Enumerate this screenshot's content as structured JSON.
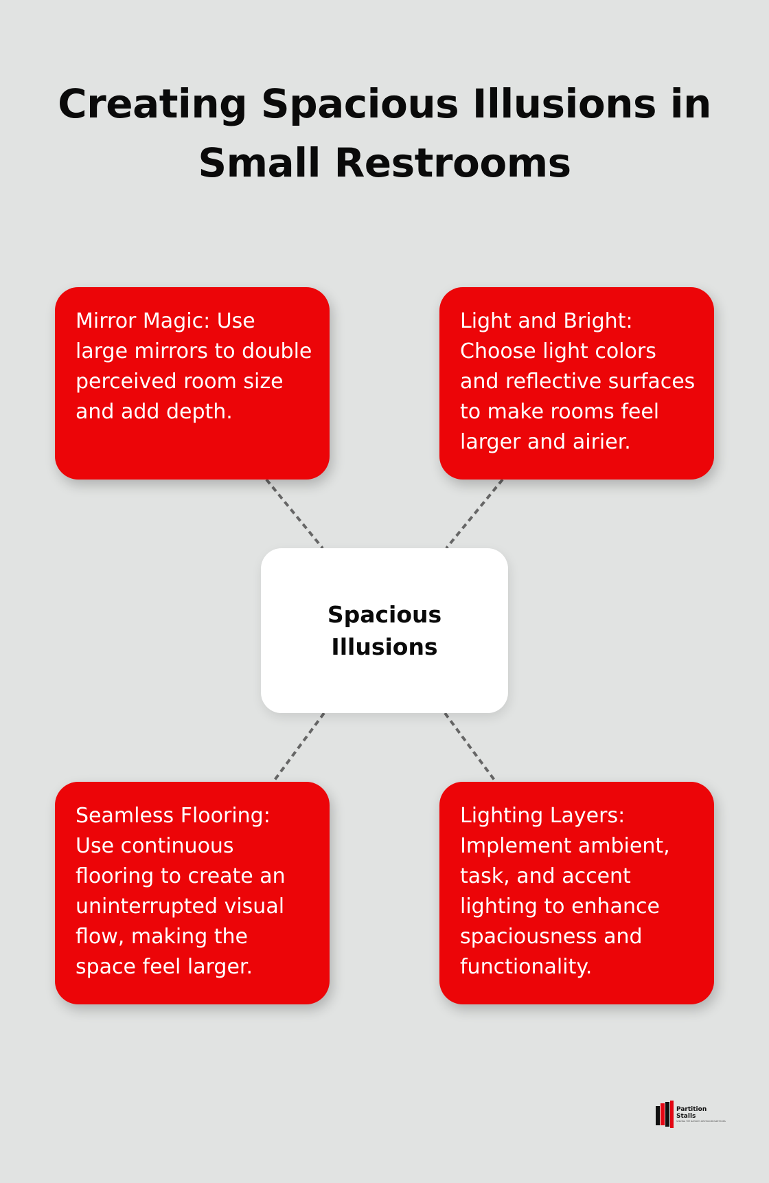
{
  "title": "Creating Spacious Illusions in Small Restrooms",
  "center": {
    "label": "Spacious Illusions"
  },
  "cards": {
    "top_left": "Mirror Magic: Use large mirrors to double perceived room size and add depth.",
    "top_right": "Light and Bright: Choose light colors and reflective surfaces to make rooms feel larger and airier.",
    "bottom_left": "Seamless Flooring: Use continuous flooring to create an uninterrupted visual flow, making the space feel larger.",
    "bottom_right": "Lighting Layers: Implement ambient, task, and accent lighting to enhance spaciousness and functionality."
  },
  "logo": {
    "line1": "Partition",
    "line2": "Stalls",
    "tagline": "SERVING THE NATION'S RESTROOM PARTITIONS"
  },
  "colors": {
    "background": "#e1e3e2",
    "card": "#ec0508",
    "center": "#ffffff",
    "connector": "#666666"
  },
  "icons": {
    "logo": "partition-stalls-logo-icon"
  }
}
